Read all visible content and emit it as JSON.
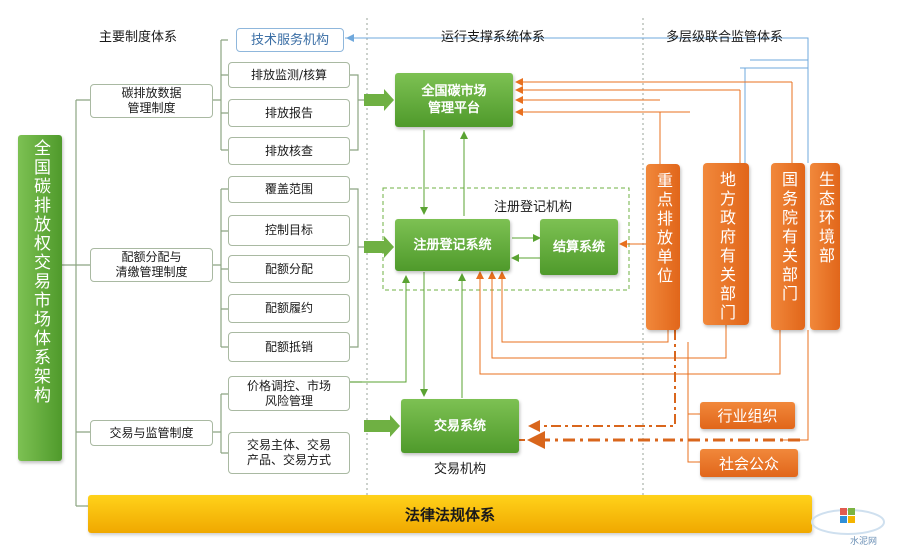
{
  "headers": {
    "main_system": "主要制度体系",
    "tech_service": "技术服务机构",
    "operation": "运行支撑系统体系",
    "supervision": "多层级联合监管体系"
  },
  "left_title": "全国碳排放权交易市场体系架构",
  "categories": {
    "carbon_data": "碳排放数据\n管理制度",
    "quota": "配额分配与\n清缴管理制度",
    "trading": "交易与监管制度"
  },
  "sub_items": {
    "monitor": "排放监测/核算",
    "report": "排放报告",
    "verify": "排放核查",
    "coverage": "覆盖范围",
    "target": "控制目标",
    "allocation": "配额分配",
    "fulfill": "配额履约",
    "offset": "配额抵销",
    "price": "价格调控、市场\n风险管理",
    "subject": "交易主体、交易\n产品、交易方式"
  },
  "systems": {
    "platform": "全国碳市场\n管理平台",
    "registry_org": "注册登记机构",
    "registry": "注册登记系统",
    "settlement": "结算系统",
    "trading": "交易系统",
    "trading_org": "交易机构"
  },
  "supervisors": {
    "emitter": "重点排放单位",
    "local_gov": "地方政府有关部门",
    "state_council": "国务院有关部门",
    "ecology": "生态环境部",
    "industry": "行业组织",
    "public": "社会公众"
  },
  "legal": "法律法规体系",
  "colors": {
    "green": "#5aa332",
    "orange": "#e8701f",
    "blue_border": "#8fb7dc",
    "blue_line": "#6fa8dc",
    "gold": "#f5b400"
  },
  "watermark": "水泥网"
}
